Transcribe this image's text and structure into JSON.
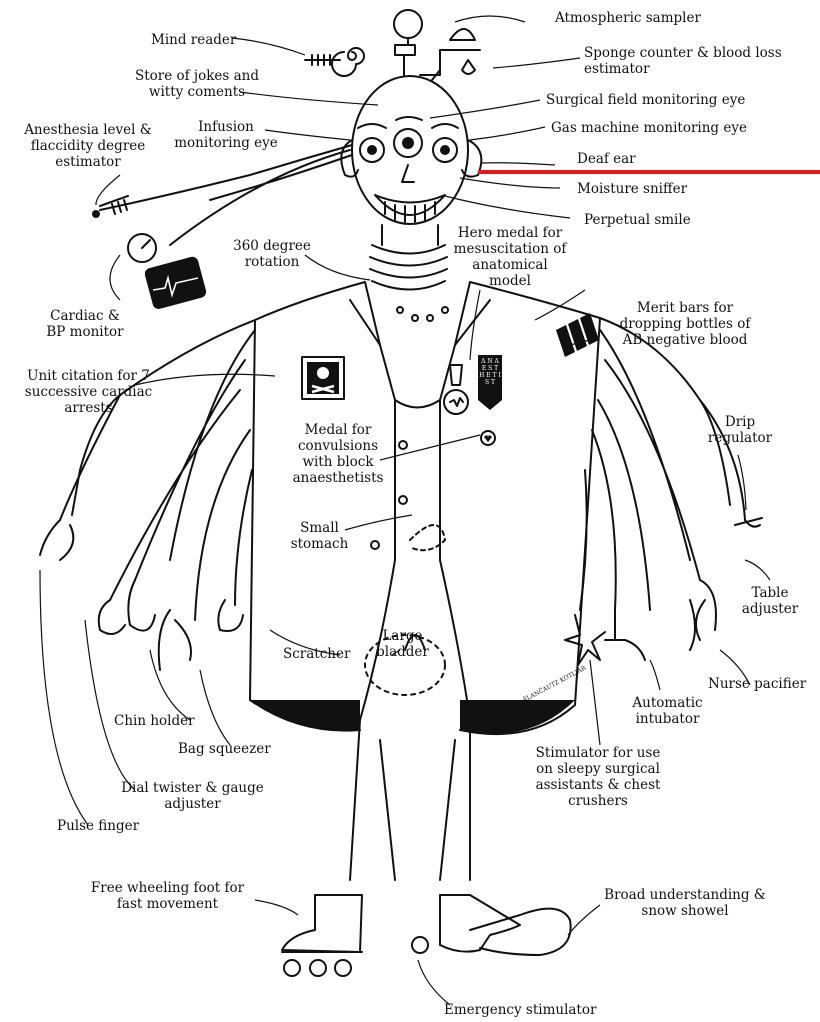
{
  "labels": {
    "atmospheric_sampler": "Atmospheric sampler",
    "mind_reader": "Mind reader",
    "sponge_counter": "Sponge counter & blood loss\nestimator",
    "store_of_jokes": "Store of jokes and\nwitty coments",
    "surgical_field_eye": "Surgical field monitoring eye",
    "infusion_eye": "Infusion\nmonitoring eye",
    "anesthesia_level": "Anesthesia level &\nflaccidity degree\nestimator",
    "gas_machine_eye": "Gas machine monitoring eye",
    "deaf_ear": "Deaf ear",
    "moisture_sniffer": "Moisture sniffer",
    "perpetual_smile": "Perpetual smile",
    "rotation_360": "360 degree\nrotation",
    "hero_medal": "Hero medal for\nmesuscitation of\nanatomical\nmodel",
    "cardiac_bp": "Cardiac &\nBP monitor",
    "merit_bars": "Merit bars for\ndropping bottles of\nAB negative blood",
    "unit_citation": "Unit citation for 7\nsuccessive cardiac\narrests",
    "drip_regulator": "Drip\nregulator",
    "medal_convulsions": "Medal for\nconvulsions\nwith block\nanaesthetists",
    "small_stomach": "Small\nstomach",
    "table_adjuster": "Table\nadjuster",
    "large_bladder": "Large\nbladder",
    "scratcher": "Scratcher",
    "nurse_pacifier": "Nurse pacifier",
    "automatic_intubator": "Automatic\nintubator",
    "chin_holder": "Chin holder",
    "bag_squeezer": "Bag squeezer",
    "stimulator": "Stimulator for use\non sleepy surgical\nassistants & chest\ncrushers",
    "dial_twister": "Dial twister & gauge\nadjuster",
    "pulse_finger": "Pulse finger",
    "free_wheeling_foot": "Free wheeling foot for\nfast movement",
    "broad_understanding": "Broad understanding &\nsnow showel",
    "emergency_stimulator": "Emergency stimulator"
  },
  "medal_letters": "A N A E S T H E T I S T",
  "signature": "AUSTRIA ŠLANČAUTZ KOTLIAR",
  "highlight_color": "#e8141b"
}
